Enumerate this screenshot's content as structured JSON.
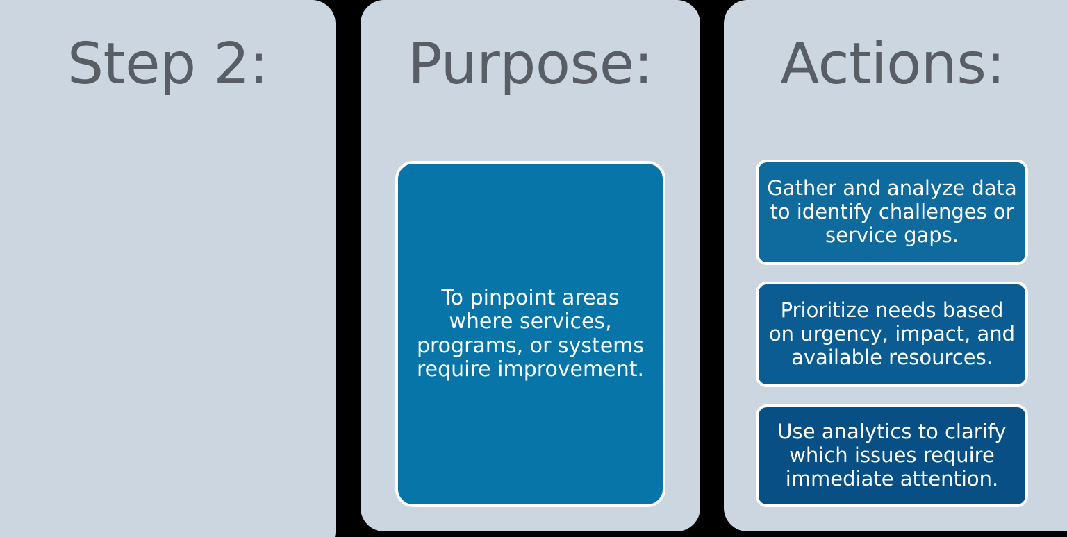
{
  "columns": {
    "step": {
      "heading": "Step 2:"
    },
    "purpose": {
      "heading": "Purpose:",
      "body": "To pinpoint areas where services, programs, or systems require improvement."
    },
    "actions": {
      "heading": "Actions:",
      "items": [
        {
          "text": "Gather and analyze data to identify challenges or service gaps."
        },
        {
          "text": "Prioritize needs based on urgency, impact, and available resources."
        },
        {
          "text": "Use analytics to clarify which issues require immediate attention."
        }
      ]
    }
  },
  "colors": {
    "background": "#000000",
    "panel": "#ccd6e0",
    "heading_text": "#595e66",
    "purpose_box": "#0775a8",
    "action_card_1": "#0f6a9e",
    "action_card_2": "#0a5c92",
    "action_card_3": "#074f84",
    "card_border": "#ffffff",
    "card_text": "#ffffff"
  }
}
